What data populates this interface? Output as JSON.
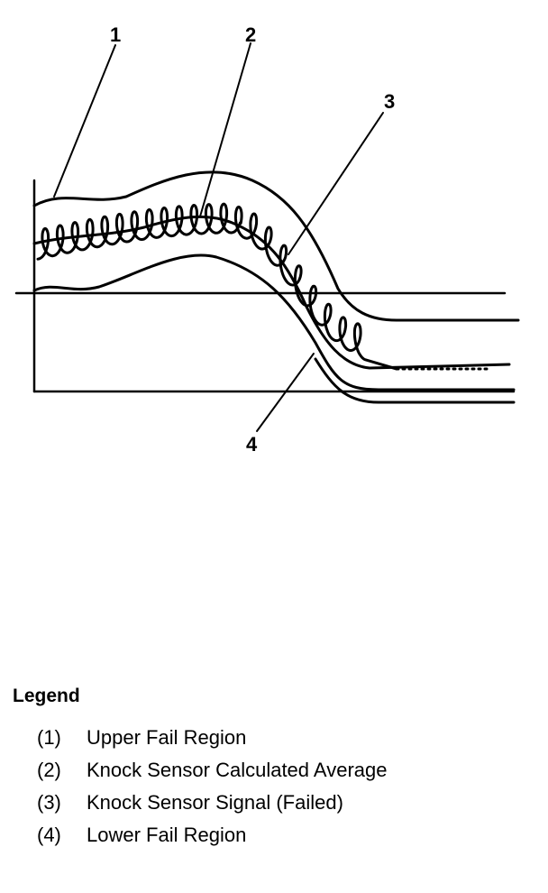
{
  "callouts": {
    "c1": "1",
    "c2": "2",
    "c3": "3",
    "c4": "4"
  },
  "legend": {
    "title": "Legend",
    "items": [
      {
        "num": "(1)",
        "label": "Upper Fail Region"
      },
      {
        "num": "(2)",
        "label": "Knock Sensor Calculated Average"
      },
      {
        "num": "(3)",
        "label": "Knock Sensor Signal (Failed)"
      },
      {
        "num": "(4)",
        "label": "Lower Fail Region"
      }
    ]
  }
}
